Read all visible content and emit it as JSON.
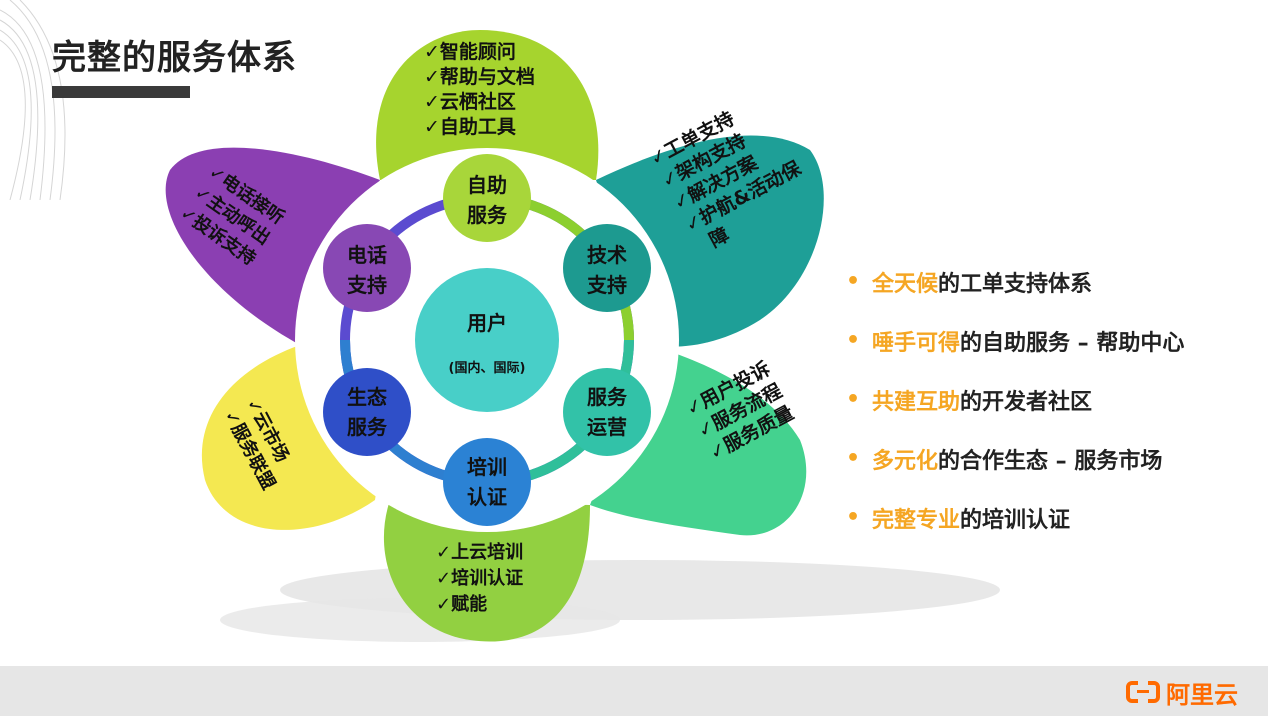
{
  "slide": {
    "title": "完整的服务体系"
  },
  "center": {
    "title": "用户",
    "subtitle": "(国内、国际)"
  },
  "nodes": [
    {
      "id": "self-service",
      "line1": "自助",
      "line2": "服务"
    },
    {
      "id": "tech-support",
      "line1": "技术",
      "line2": "支持"
    },
    {
      "id": "service-ops",
      "line1": "服务",
      "line2": "运营"
    },
    {
      "id": "training",
      "line1": "培训",
      "line2": "认证"
    },
    {
      "id": "ecosystem",
      "line1": "生态",
      "line2": "服务"
    },
    {
      "id": "phone",
      "line1": "电话",
      "line2": "支持"
    }
  ],
  "petals": {
    "top": [
      "✓智能顾问",
      "✓帮助与文档",
      "✓云栖社区",
      "✓自助工具"
    ],
    "right_top": [
      "✓工单支持",
      "✓架构支持",
      "✓解决方案",
      "✓护航&活动保",
      "障"
    ],
    "right_bottom": [
      "✓用户投诉",
      "✓服务流程",
      "✓服务质量"
    ],
    "bottom": [
      "✓上云培训",
      "✓培训认证",
      "✓赋能"
    ],
    "left_bottom": [
      "✓云市场",
      "✓服务联盟"
    ],
    "left_top": [
      "✓电话接听",
      "✓主动呼出",
      "✓投诉支持"
    ]
  },
  "bullets": [
    {
      "highlight": "全天候",
      "rest": "的工单支持体系"
    },
    {
      "highlight": "唾手可得",
      "rest": "的自助服务 – 帮助中心"
    },
    {
      "highlight": "共建互助",
      "rest": "的开发者社区"
    },
    {
      "highlight": "多元化",
      "rest": "的合作生态 – 服务市场"
    },
    {
      "highlight": "完整专业",
      "rest": "的培训认证"
    }
  ],
  "bullet_symbol": "•",
  "logo": {
    "text": "阿里云"
  },
  "colors": {
    "accent": "#f5a623",
    "petal_top": "#9fcf2a",
    "petal_right_top": "#1f9e96",
    "petal_right_bottom": "#3fd08c",
    "petal_bottom": "#8fcf3a",
    "petal_left_bottom": "#f2e64e",
    "petal_left_top": "#8a3fb0",
    "center": "#46cfc9",
    "brand": "#ff6a00"
  }
}
